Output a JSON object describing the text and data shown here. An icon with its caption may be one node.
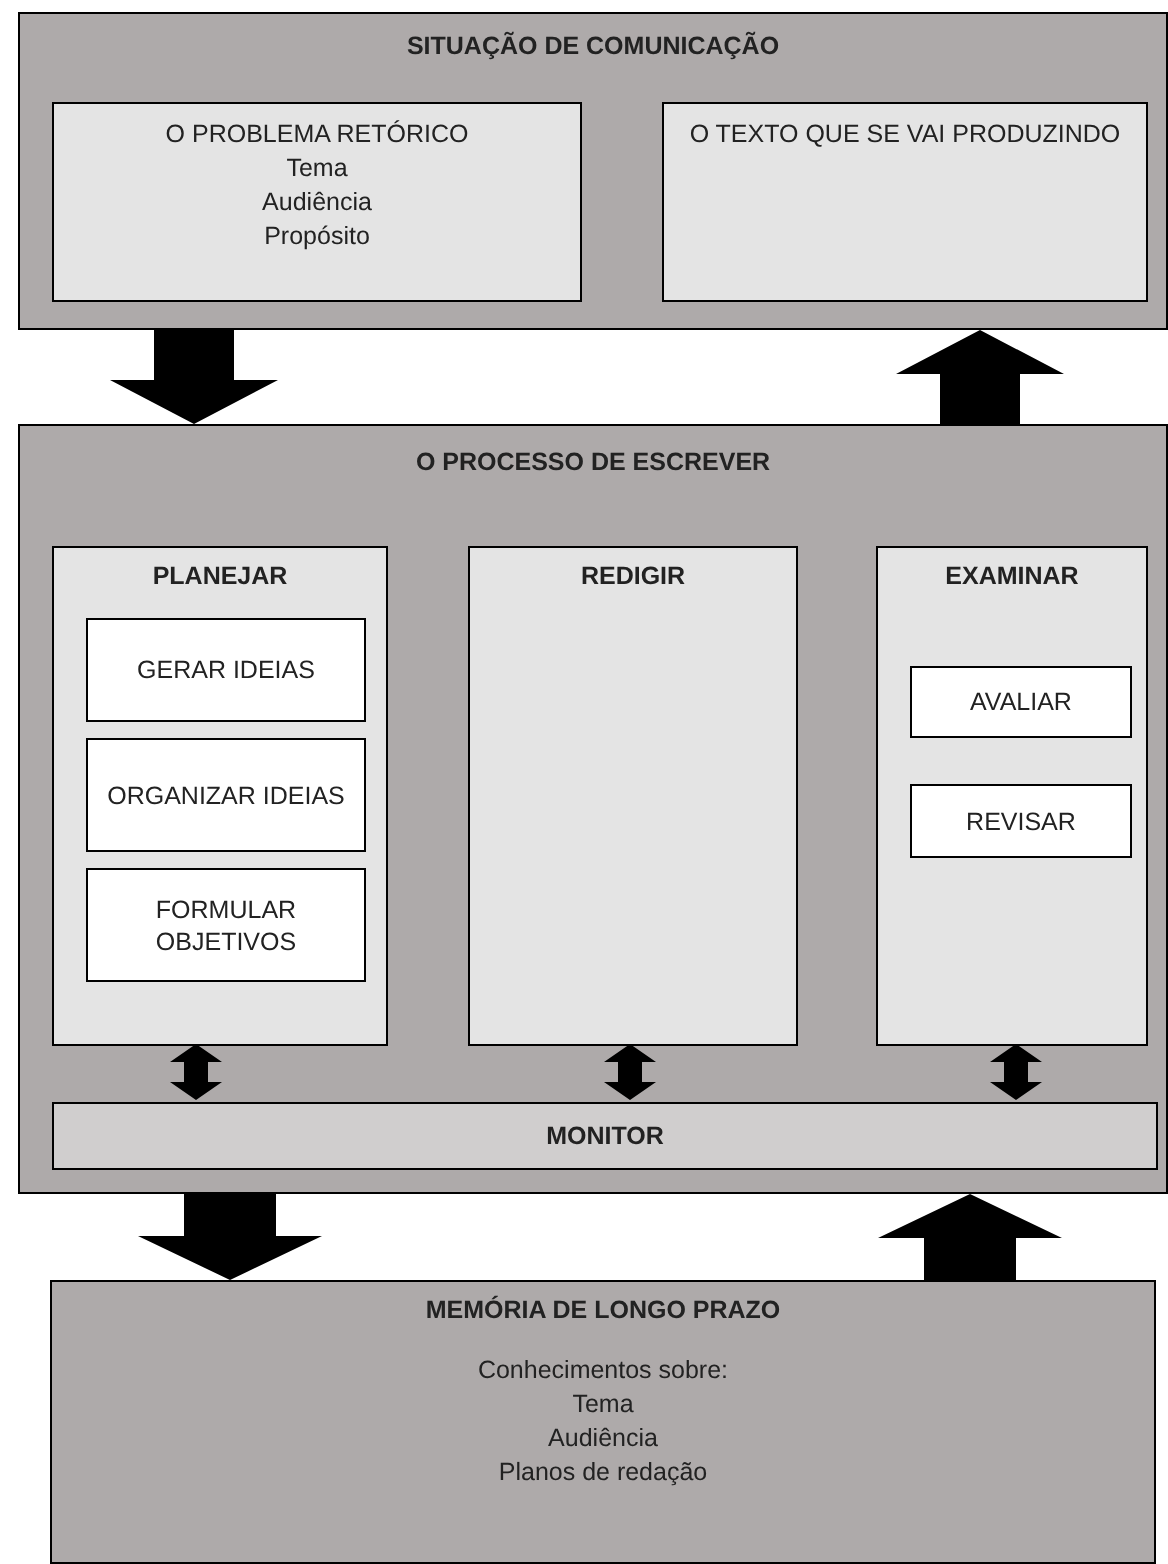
{
  "diagram": {
    "nodes": [
      {
        "text": [
          "SITUAÇÃO DE COMUNICAÇÃO"
        ]
      },
      {
        "text": [
          "O PROBLEMA RETÓRICO",
          "Tema",
          "Audiência",
          "Propósito"
        ],
        "in": 0
      },
      {
        "text": [
          "O TEXTO QUE SE VAI PRODUZINDO"
        ],
        "in": 0
      },
      {
        "text": [
          "O PROCESSO DE ESCREVER"
        ]
      },
      {
        "text": [
          "PLANEJAR"
        ],
        "in": 3
      },
      {
        "text": [
          "GERAR IDEIAS"
        ],
        "in": 4
      },
      {
        "text": [
          "ORGANIZAR IDEIAS"
        ],
        "in": 4
      },
      {
        "text": [
          "FORMULAR OBJETIVOS"
        ],
        "in": 4
      },
      {
        "text": [
          "REDIGIR"
        ],
        "in": 3
      },
      {
        "text": [
          "EXAMINAR"
        ],
        "in": 3
      },
      {
        "text": [
          "AVALIAR"
        ],
        "in": 9
      },
      {
        "text": [
          "REVISAR"
        ],
        "in": 9
      },
      {
        "text": [
          "MONITOR"
        ],
        "in": 3
      },
      {
        "text": [
          "MEMÓRIA DE LONGO PRAZO",
          "Conhecimentos sobre:",
          "Tema",
          "Audiência",
          "Planos de redação"
        ]
      }
    ],
    "edges": [
      {
        "from": 0,
        "to": 3,
        "arrow": "to",
        "style": "thick"
      },
      {
        "from": 3,
        "to": 0,
        "arrow": "to",
        "style": "thick"
      },
      {
        "from": 4,
        "to": 12,
        "arrow": "both",
        "style": "thick"
      },
      {
        "from": 8,
        "to": 12,
        "arrow": "both",
        "style": "thick"
      },
      {
        "from": 9,
        "to": 12,
        "arrow": "both",
        "style": "thick"
      },
      {
        "from": 3,
        "to": 13,
        "arrow": "to",
        "style": "thick"
      },
      {
        "from": 13,
        "to": 3,
        "arrow": "to",
        "style": "thick"
      }
    ]
  }
}
